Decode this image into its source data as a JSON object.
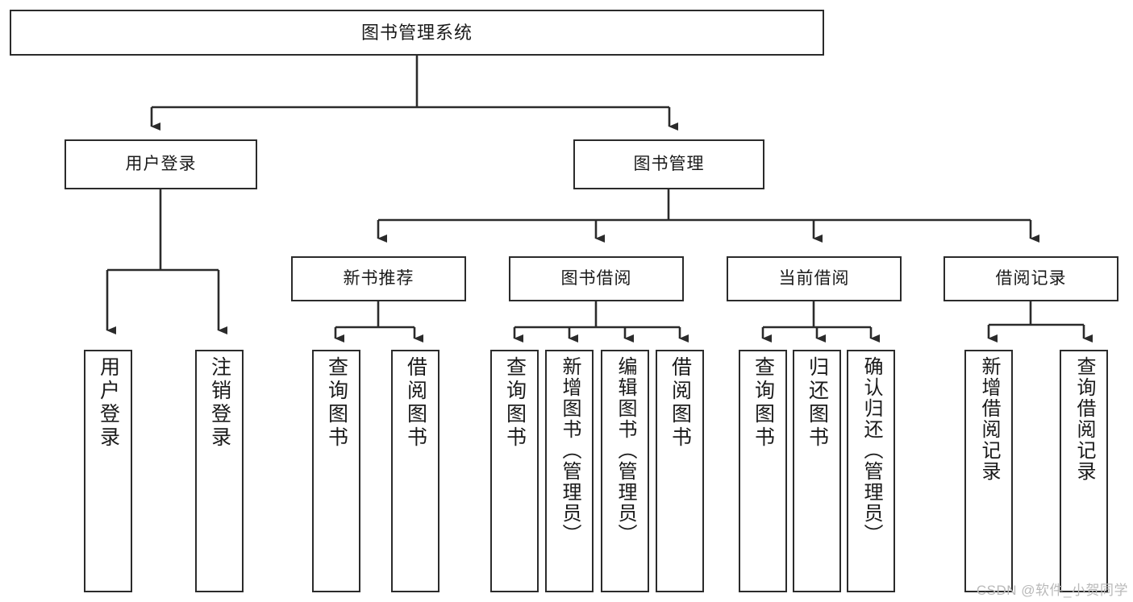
{
  "diagram": {
    "type": "tree",
    "title": "图书管理系统",
    "orientation": "top-down",
    "colors": {
      "box_border": "#2b2b2b",
      "box_fill": "#ffffff",
      "connector": "#2b2b2b",
      "text": "#1a1a1a",
      "watermark": "#b9b9b9",
      "background": "#ffffff"
    }
  },
  "root": {
    "label": "图书管理系统"
  },
  "level2": [
    {
      "id": "user-login",
      "label": "用户登录"
    },
    {
      "id": "book-management",
      "label": "图书管理"
    }
  ],
  "level3": [
    {
      "id": "new-book-recommend",
      "label": "新书推荐",
      "parent": "book-management"
    },
    {
      "id": "book-borrow",
      "label": "图书借阅",
      "parent": "book-management"
    },
    {
      "id": "current-borrow",
      "label": "当前借阅",
      "parent": "book-management"
    },
    {
      "id": "borrow-record",
      "label": "借阅记录",
      "parent": "book-management"
    }
  ],
  "leaves": {
    "user-login": [
      {
        "id": "leaf-user-login",
        "label": "用户登录"
      },
      {
        "id": "leaf-user-logout",
        "label": "注销登录"
      }
    ],
    "new-book-recommend": [
      {
        "id": "leaf-query-book-1",
        "label": "查询图书"
      },
      {
        "id": "leaf-borrow-book-1",
        "label": "借阅图书"
      }
    ],
    "book-borrow": [
      {
        "id": "leaf-query-book-2",
        "label": "查询图书"
      },
      {
        "id": "leaf-add-book",
        "label": "新增图书（管理员）"
      },
      {
        "id": "leaf-edit-book",
        "label": "编辑图书（管理员）"
      },
      {
        "id": "leaf-borrow-book-2",
        "label": "借阅图书"
      }
    ],
    "current-borrow": [
      {
        "id": "leaf-query-book-3",
        "label": "查询图书"
      },
      {
        "id": "leaf-return-book",
        "label": "归还图书"
      },
      {
        "id": "leaf-confirm-return",
        "label": "确认归还（管理员）"
      }
    ],
    "borrow-record": [
      {
        "id": "leaf-add-record",
        "label": "新增借阅记录"
      },
      {
        "id": "leaf-query-record",
        "label": "查询借阅记录"
      }
    ]
  },
  "watermark": {
    "text": "CSDN @软件_小贺同学"
  }
}
